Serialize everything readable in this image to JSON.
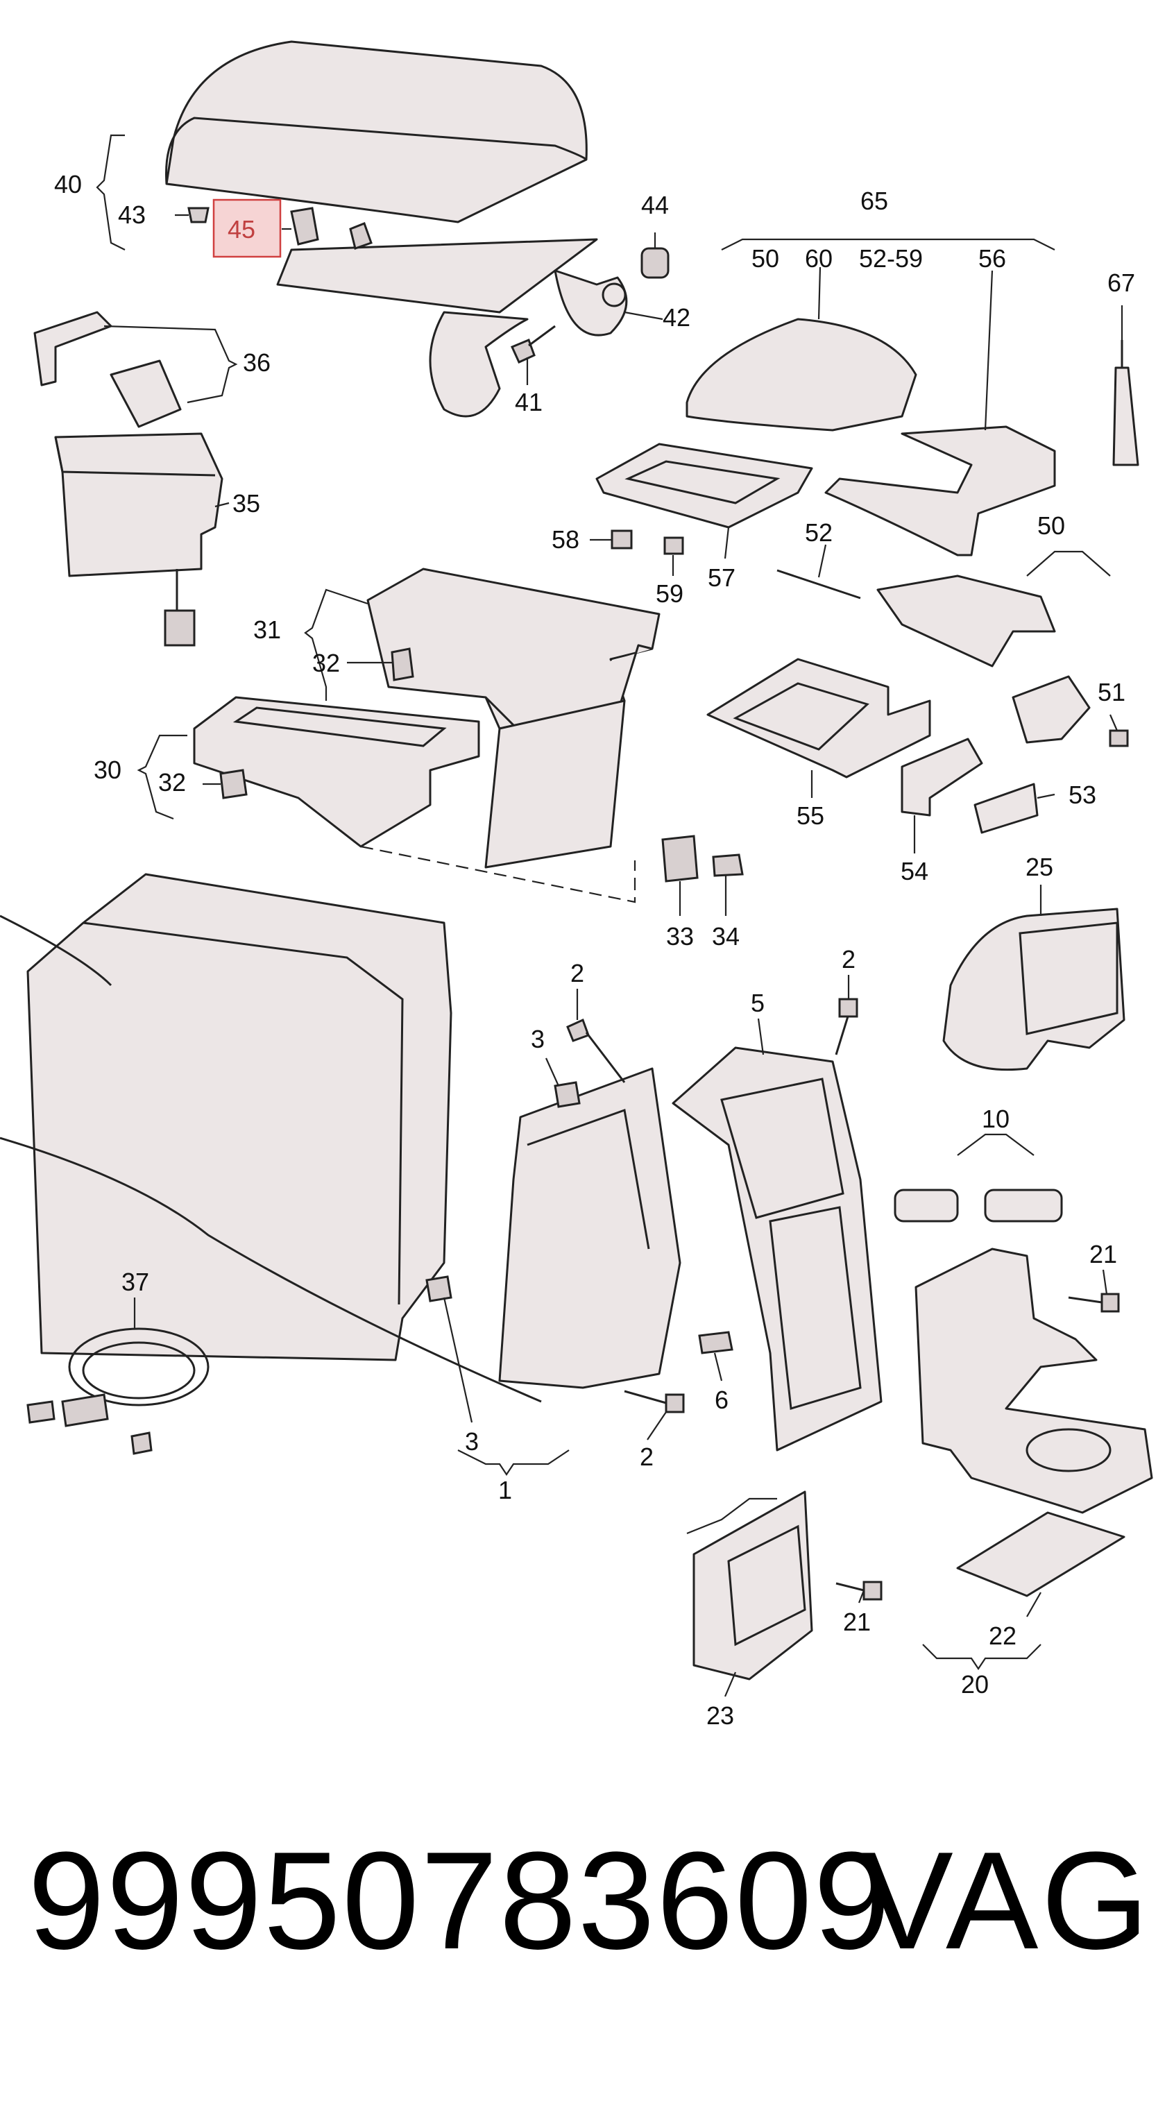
{
  "diagram": {
    "highlighted_label": "45",
    "labels": {
      "l40": "40",
      "l43": "43",
      "l45": "45",
      "l44": "44",
      "l42": "42",
      "l41": "41",
      "l36": "36",
      "l35": "35",
      "l65": "65",
      "l50a": "50",
      "l60": "60",
      "l5259a": "52-59",
      "l56": "56",
      "l67": "67",
      "l58": "58",
      "l59": "59",
      "l57": "57",
      "l52": "52",
      "l50b": "50",
      "l51": "51",
      "l31": "31",
      "l32a": "32",
      "l30": "30",
      "l32b": "32",
      "l55": "55",
      "l54": "54",
      "l53": "53",
      "l33": "33",
      "l34": "34",
      "l25": "25",
      "l2a": "2",
      "l3a": "3",
      "l2b": "2",
      "l5": "5",
      "l10": "10",
      "l21a": "21",
      "l37": "37",
      "l6": "6",
      "l3b": "3",
      "l2c": "2",
      "l1": "1",
      "l21b": "21",
      "l22": "22",
      "l23": "23",
      "l20": "20"
    }
  },
  "footer": {
    "part_number": "99950783609",
    "brand": "VAG"
  }
}
